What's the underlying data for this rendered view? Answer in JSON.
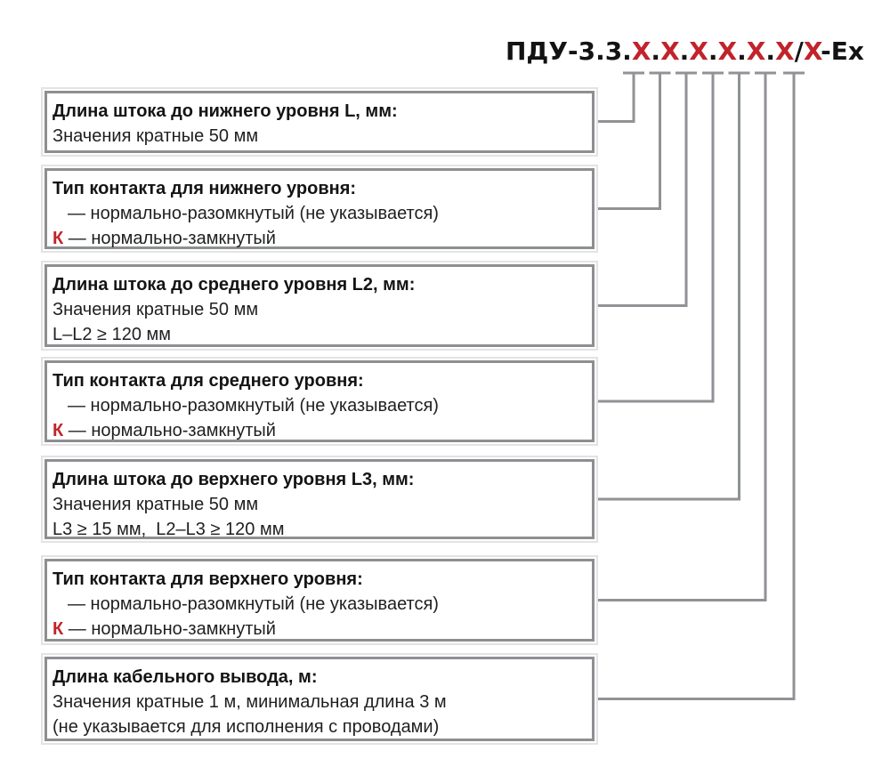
{
  "product_code": {
    "full": "ПДУ-3.3.X.X.X.X.X.X/X-Ex",
    "parts": [
      {
        "text": "ПДУ-3.3.",
        "color": "black"
      },
      {
        "text": "X",
        "color": "red"
      },
      {
        "text": ".",
        "color": "black"
      },
      {
        "text": "X",
        "color": "red"
      },
      {
        "text": ".",
        "color": "black"
      },
      {
        "text": "X",
        "color": "red"
      },
      {
        "text": ".",
        "color": "black"
      },
      {
        "text": "X",
        "color": "red"
      },
      {
        "text": ".",
        "color": "black"
      },
      {
        "text": "X",
        "color": "red"
      },
      {
        "text": ".",
        "color": "black"
      },
      {
        "text": "X",
        "color": "red"
      },
      {
        "text": "/",
        "color": "black"
      },
      {
        "text": "X",
        "color": "red"
      },
      {
        "text": "-Ex",
        "color": "black"
      }
    ]
  },
  "colors": {
    "accent_red": "#c2232a",
    "connector_gray": "#909295",
    "box_border_gray": "#8d8f92",
    "text_black": "#1f1f1f"
  },
  "boxes": [
    {
      "heading": "Длина штока до нижнего уровня L, мм:",
      "lines": [
        {
          "text": "Значения кратные 50 мм"
        }
      ]
    },
    {
      "heading": "Тип контакта для нижнего уровня:",
      "lines": [
        {
          "text": "— нормально-разомкнутый (не указывается)"
        },
        {
          "prefix": "К",
          "text": " — нормально-замкнутый"
        }
      ]
    },
    {
      "heading": "Длина штока до среднего уровня L2, мм:",
      "lines": [
        {
          "text": "Значения кратные 50 мм"
        },
        {
          "text": "L–L2 ≥ 120 мм"
        }
      ]
    },
    {
      "heading": "Тип контакта для среднего уровня:",
      "lines": [
        {
          "text": "— нормально-разомкнутый (не указывается)"
        },
        {
          "prefix": "К",
          "text": " — нормально-замкнутый"
        }
      ]
    },
    {
      "heading": "Длина штока до верхнего уровня L3, мм:",
      "lines": [
        {
          "text": "Значения кратные 50 мм"
        },
        {
          "text": "L3 ≥ 15 мм,  L2–L3 ≥ 120 мм"
        }
      ]
    },
    {
      "heading": "Тип контакта для верхнего уровня:",
      "lines": [
        {
          "text": "— нормально-разомкнутый (не указывается)"
        },
        {
          "prefix": "К",
          "text": " — нормально-замкнутый"
        }
      ]
    },
    {
      "heading": "Длина кабельного вывода, м:",
      "lines": [
        {
          "text": "Значения кратные 1 м, минимальная длина 3 м"
        },
        {
          "text": "(не указывается для исполнения с проводами)"
        }
      ]
    }
  ]
}
